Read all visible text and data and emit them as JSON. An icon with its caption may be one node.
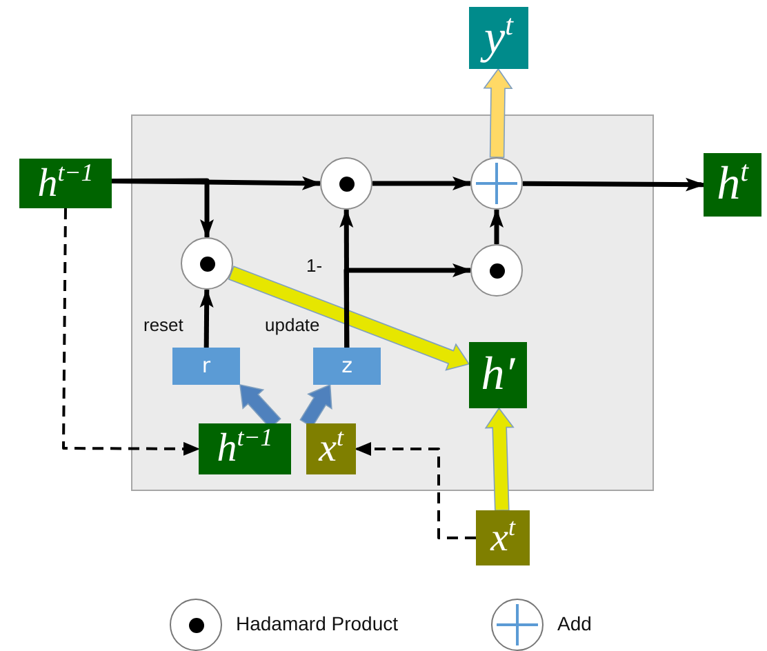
{
  "diagram": {
    "nodes": [
      {
        "text": [
          "y$^{t}$"
        ]
      },
      {
        "text": [],
        "shape": "box"
      },
      {
        "text": [
          "h$^{t−1}$"
        ]
      },
      {
        "text": [
          "h$^{t}$"
        ]
      },
      {
        "text": [],
        "shape": "circle",
        "in": 1
      },
      {
        "text": [],
        "shape": "circle",
        "in": 1
      },
      {
        "text": [],
        "shape": "circle",
        "in": 1
      },
      {
        "text": [],
        "shape": "circle",
        "in": 1
      },
      {
        "text": [
          "r"
        ],
        "in": 1
      },
      {
        "text": [
          "z"
        ],
        "in": 1
      },
      {
        "text": [
          "h′"
        ],
        "in": 1
      },
      {
        "text": [
          "h$^{t−1}$"
        ],
        "in": 1
      },
      {
        "text": [
          "x$^{t}$"
        ],
        "in": 1
      },
      {
        "text": [
          "x$^{t}$"
        ]
      }
    ],
    "edges": [
      {
        "from": 2,
        "to": 4,
        "arrow": "to"
      },
      {
        "from": 2,
        "to": 6,
        "arrow": "to"
      },
      {
        "from": 4,
        "to": 5,
        "arrow": "to"
      },
      {
        "from": 5,
        "to": 3,
        "arrow": "to"
      },
      {
        "from": 5,
        "to": 0,
        "arrow": "to",
        "style": "thick",
        "color": "#ffd966"
      },
      {
        "from": 7,
        "to": 5,
        "arrow": "to"
      },
      {
        "from": 6,
        "to": 10,
        "arrow": "to",
        "style": "thick",
        "color": "#e6e600"
      },
      {
        "from": 13,
        "to": 10,
        "arrow": "to",
        "style": "thick",
        "color": "#e6e600"
      },
      {
        "from": 8,
        "to": 6,
        "arrow": "to"
      },
      {
        "from": 9,
        "to": 4,
        "arrow": "to"
      },
      {
        "from": 9,
        "to": 7,
        "arrow": "to",
        "label": "1-"
      },
      {
        "from": 11,
        "to": 8,
        "arrow": "to",
        "style": "thick",
        "color": "#4f81bd"
      },
      {
        "from": 12,
        "to": 9,
        "arrow": "to",
        "style": "thick",
        "color": "#4f81bd"
      },
      {
        "from": 2,
        "to": 11,
        "arrow": "to",
        "style": "dashed"
      },
      {
        "from": 13,
        "to": 12,
        "arrow": "to",
        "style": "dashed"
      }
    ],
    "labels": [
      "reset",
      "update"
    ],
    "legend": [
      {
        "text": "Hadamard Product"
      },
      {
        "text": "Add"
      }
    ]
  }
}
